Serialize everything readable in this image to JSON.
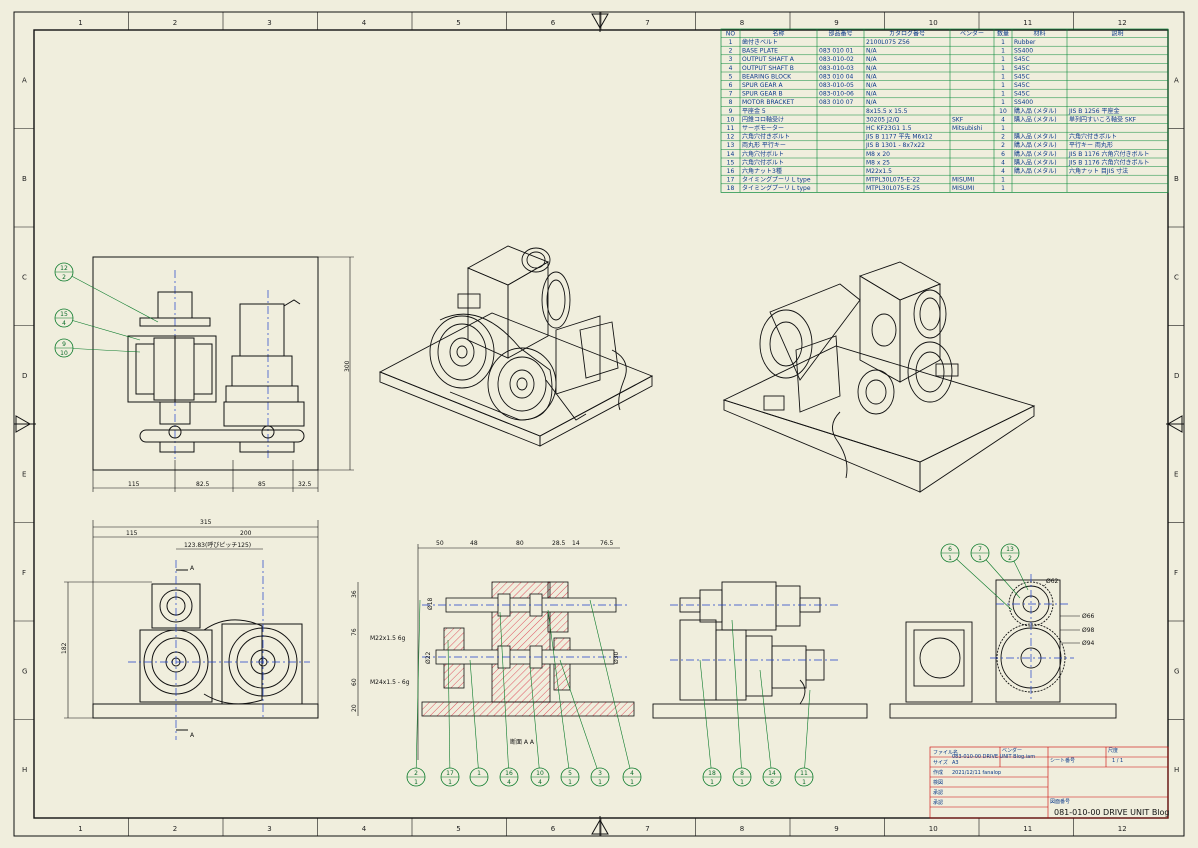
{
  "colors": {
    "paper": "#f0eedd",
    "line": "#111111",
    "bom_grid": "#0a8a3a",
    "bom_text": "#0b3a8a",
    "center": "#1e40c8",
    "section": "#d8102a",
    "balloon": "#0a7a2a",
    "title_border": "#cc0000"
  },
  "zones": {
    "columns": [
      "1",
      "2",
      "3",
      "4",
      "5",
      "6",
      "7",
      "8",
      "9",
      "10",
      "11",
      "12"
    ],
    "rows": [
      "A",
      "B",
      "C",
      "D",
      "E",
      "F",
      "G",
      "H"
    ]
  },
  "bom": {
    "headers": [
      "NO",
      "名称",
      "部品番号",
      "カタログ番号",
      "ベンダー",
      "数量",
      "材料",
      "説明"
    ],
    "rows": [
      [
        "1",
        "歯付きベルト",
        "",
        "2100L075 Z56",
        "",
        "1",
        "Rubber",
        ""
      ],
      [
        "2",
        "BASE PLATE",
        "083 010 01",
        "N/A",
        "",
        "1",
        "SS400",
        ""
      ],
      [
        "3",
        "OUTPUT SHAFT A",
        "083-010-02",
        "N/A",
        "",
        "1",
        "S45C",
        ""
      ],
      [
        "4",
        "OUTPUT SHAFT B",
        "083-010-03",
        "N/A",
        "",
        "1",
        "S45C",
        ""
      ],
      [
        "5",
        "BEARING BLOCK",
        "083 010 04",
        "N/A",
        "",
        "1",
        "S45C",
        ""
      ],
      [
        "6",
        "SPUR GEAR A",
        "083-010-05",
        "N/A",
        "",
        "1",
        "S45C",
        ""
      ],
      [
        "7",
        "SPUR GEAR B",
        "083-010-06",
        "N/A",
        "",
        "1",
        "S45C",
        ""
      ],
      [
        "8",
        "MOTOR BRACKET",
        "083 010 07",
        "N/A",
        "",
        "1",
        "SS400",
        ""
      ],
      [
        "9",
        "平座金 5",
        "",
        "8x15.5 x 15.5",
        "",
        "10",
        "購入品 (メタル)",
        "JIS B 1256 平座金"
      ],
      [
        "10",
        "円錐コロ軸受け",
        "",
        "30205 J2/Q",
        "SKF",
        "4",
        "購入品 (メタル)",
        "単列円すいころ軸受 SKF"
      ],
      [
        "11",
        "サーボモーター",
        "",
        "HC KF23G1 1.5",
        "Mitsubishi",
        "1",
        "",
        ""
      ],
      [
        "12",
        "六角穴付きボルト",
        "",
        "JIS B 1177 平先 M6x12",
        "",
        "2",
        "購入品 (メタル)",
        "六角穴付きボルト"
      ],
      [
        "13",
        "両丸形 平行キー",
        "",
        "JIS B 1301 - 8x7x22",
        "",
        "2",
        "購入品 (メタル)",
        "平行キー 両丸形"
      ],
      [
        "14",
        "六角穴付ボルト",
        "",
        "M8 x 20",
        "",
        "6",
        "購入品 (メタル)",
        "JIS B 1176 六角穴付きボルト"
      ],
      [
        "15",
        "六角穴付ボルト",
        "",
        "M8 x 25",
        "",
        "4",
        "購入品 (メタル)",
        "JIS B 1176 六角穴付きボルト"
      ],
      [
        "16",
        "六角ナット3種",
        "",
        "M22x1.5",
        "",
        "4",
        "購入品 (メタル)",
        "六角ナット 目JIS 寸法"
      ],
      [
        "17",
        "タイミングプーリ L type",
        "",
        "MTPL30L075-E-22",
        "MISUMI",
        "1",
        "",
        ""
      ],
      [
        "18",
        "タイミングプーリ L type",
        "",
        "MTPL30L075-E-25",
        "MISUMI",
        "1",
        "",
        ""
      ]
    ]
  },
  "views": {
    "top_dims": [
      "115",
      "82.5",
      "85",
      "32.5"
    ],
    "top_height": "300",
    "front_overall": "315",
    "front_sub": [
      "115",
      "200"
    ],
    "front_center": "123.83(呼びピッチ125)",
    "front_height": "182",
    "section_label_a": "A",
    "section_dims_top": [
      "50",
      "48",
      "80",
      "28.5",
      "14",
      "76.5"
    ],
    "section_dims_left": [
      "36",
      "76",
      "60",
      "20"
    ],
    "thread_a": "M22x1.5 6g",
    "thread_b": "M24x1.5 - 6g",
    "dia_a": "Ø18",
    "dia_b": "Ø22",
    "dia_c": "Ø30",
    "section_caption": "断面 A A",
    "gear_dims": [
      "Ø62",
      "Ø66",
      "Ø98",
      "Ø94"
    ]
  },
  "balloons": {
    "top_view": [
      [
        "12",
        "2"
      ],
      [
        "15",
        "4"
      ],
      [
        "9",
        "10"
      ]
    ],
    "section": [
      [
        "2",
        "1"
      ],
      [
        "17",
        "1"
      ],
      [
        "1",
        ""
      ],
      [
        "16",
        "4"
      ],
      [
        "10",
        "4"
      ],
      [
        "5",
        "1"
      ],
      [
        "3",
        "1"
      ],
      [
        "4",
        "1"
      ]
    ],
    "side": [
      [
        "18",
        "1"
      ],
      [
        "8",
        "1"
      ],
      [
        "14",
        "6"
      ],
      [
        "11",
        "1"
      ]
    ],
    "gear_view": [
      [
        "6",
        "1"
      ],
      [
        "7",
        "1"
      ],
      [
        "13",
        "2"
      ]
    ]
  },
  "title_block": {
    "rows": [
      [
        "ファイル名",
        "083-010-00 DRIVE UNIT Blog.iam"
      ],
      [
        "サイズ",
        "A3"
      ],
      [
        "作成",
        "2021/12/11 fanalop"
      ],
      [
        "検図",
        ""
      ],
      [
        "承認",
        ""
      ],
      [
        "承認",
        ""
      ]
    ],
    "vendor_label": "ベンダー",
    "scale_label": "尺度",
    "scale_value": "1 / 1",
    "sheet_label": "シート番号",
    "doc_label": "図面番号",
    "doc_number": "081-010-00 DRIVE UNIT Blog"
  }
}
